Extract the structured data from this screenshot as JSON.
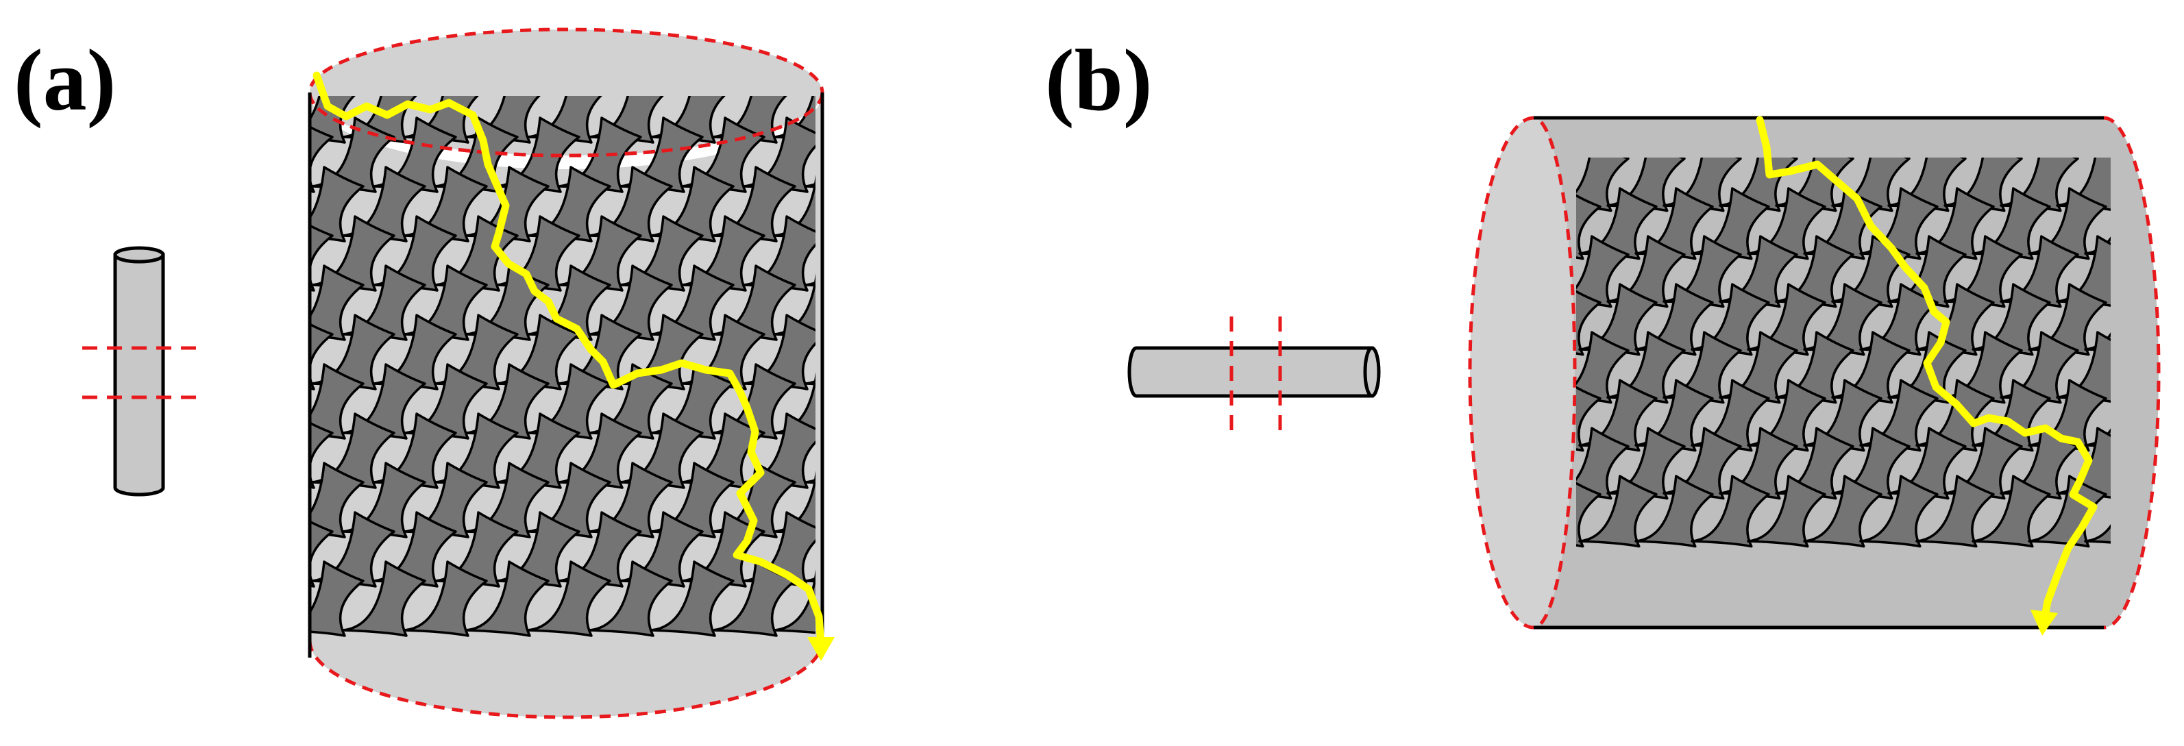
{
  "panels": [
    {
      "id": "a",
      "label": "(a)",
      "orientation": "vertical"
    },
    {
      "id": "b",
      "label": "(b)",
      "orientation": "horizontal"
    }
  ],
  "colors": {
    "outline": "#000000",
    "cut_line": "#e8191c",
    "crack_path": "#ffff00",
    "section_fill": "#d2d2d2",
    "section_back": "#bebebe",
    "scale_fill": "#747474",
    "rod_fill": "#c8c8c8"
  }
}
